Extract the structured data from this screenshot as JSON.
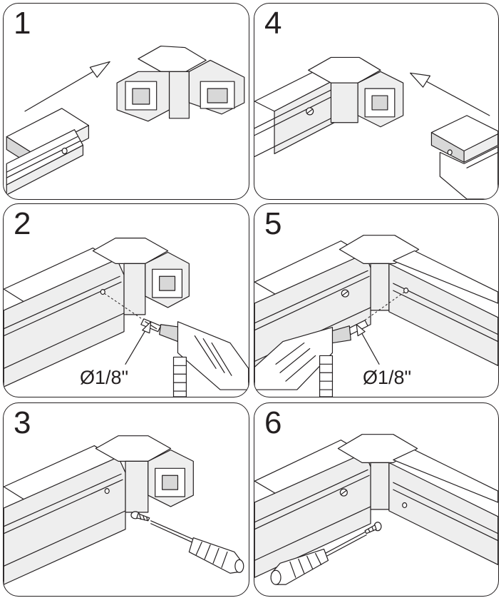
{
  "steps": [
    {
      "number": "1"
    },
    {
      "number": "2",
      "hole_label": "Ø1/8\""
    },
    {
      "number": "3"
    },
    {
      "number": "4"
    },
    {
      "number": "5",
      "hole_label": "Ø1/8\""
    },
    {
      "number": "6"
    }
  ],
  "colors": {
    "line": "#231f20",
    "background": "#ffffff",
    "shade": "#d8d8d8"
  },
  "icons": [
    "arrow-icon",
    "rail-icon",
    "corner-connector-icon",
    "drill-icon",
    "drill-bit-icon",
    "screw-icon",
    "screwdriver-icon",
    "screw-hole-icon"
  ]
}
